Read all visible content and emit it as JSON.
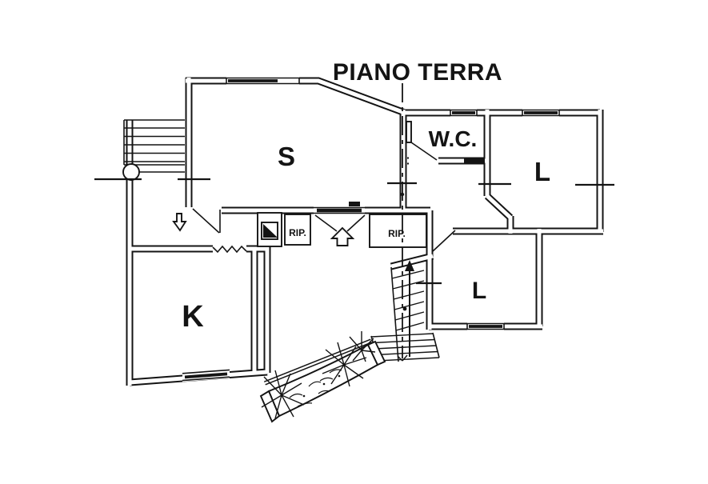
{
  "title": "PIANO TERRA",
  "floorplan": {
    "rooms": [
      {
        "id": "living",
        "label": "S"
      },
      {
        "id": "wc",
        "label": "W.C."
      },
      {
        "id": "room-top-right",
        "label": "L"
      },
      {
        "id": "room-bottom-right",
        "label": "L"
      },
      {
        "id": "kitchen",
        "label": "K"
      },
      {
        "id": "storage-1",
        "label": "RIP."
      },
      {
        "id": "storage-2",
        "label": "RIP."
      }
    ],
    "colors": {
      "ink": "#141414",
      "paper": "#ffffff"
    }
  }
}
